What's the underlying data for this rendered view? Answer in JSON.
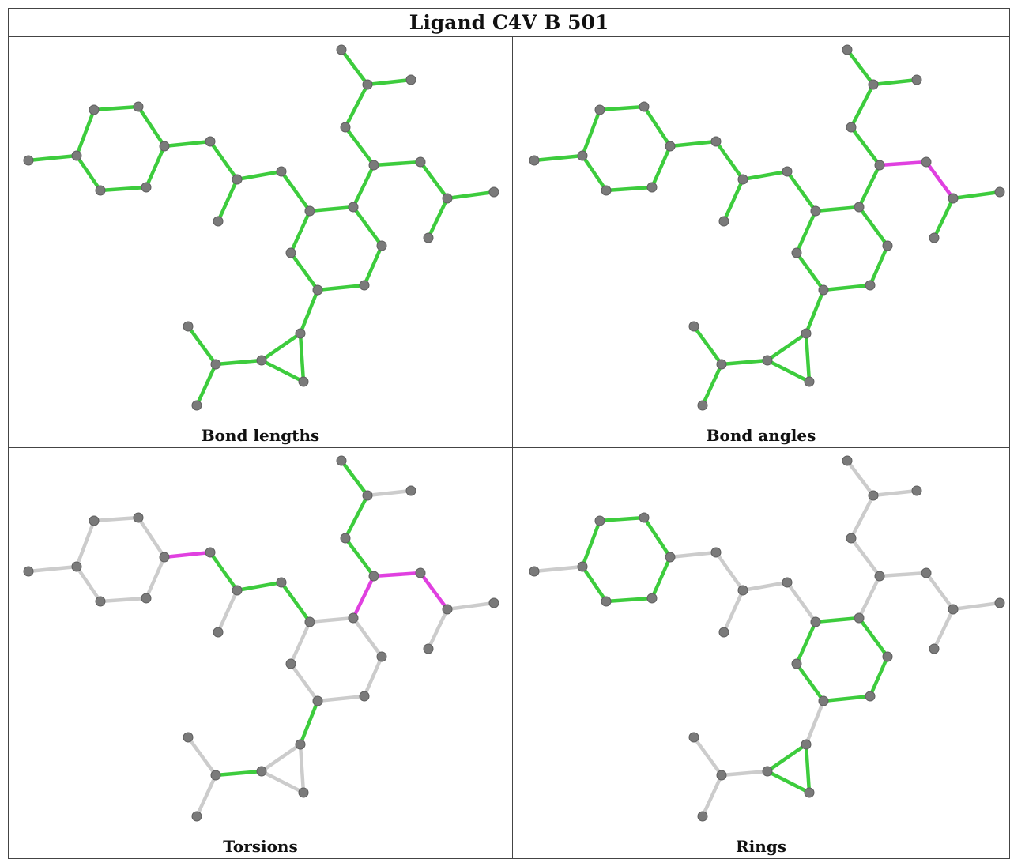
{
  "title": "Ligand C4V B 501",
  "panels": [
    {
      "caption": "Bond lengths"
    },
    {
      "caption": "Bond angles"
    },
    {
      "caption": "Torsions"
    },
    {
      "caption": "Rings"
    }
  ],
  "colors": {
    "ok_bond": "#3dcc3d",
    "outlier_bond": "#e040e0",
    "neutral_bond": "#cccccc",
    "atom": "#7a7a7a"
  }
}
